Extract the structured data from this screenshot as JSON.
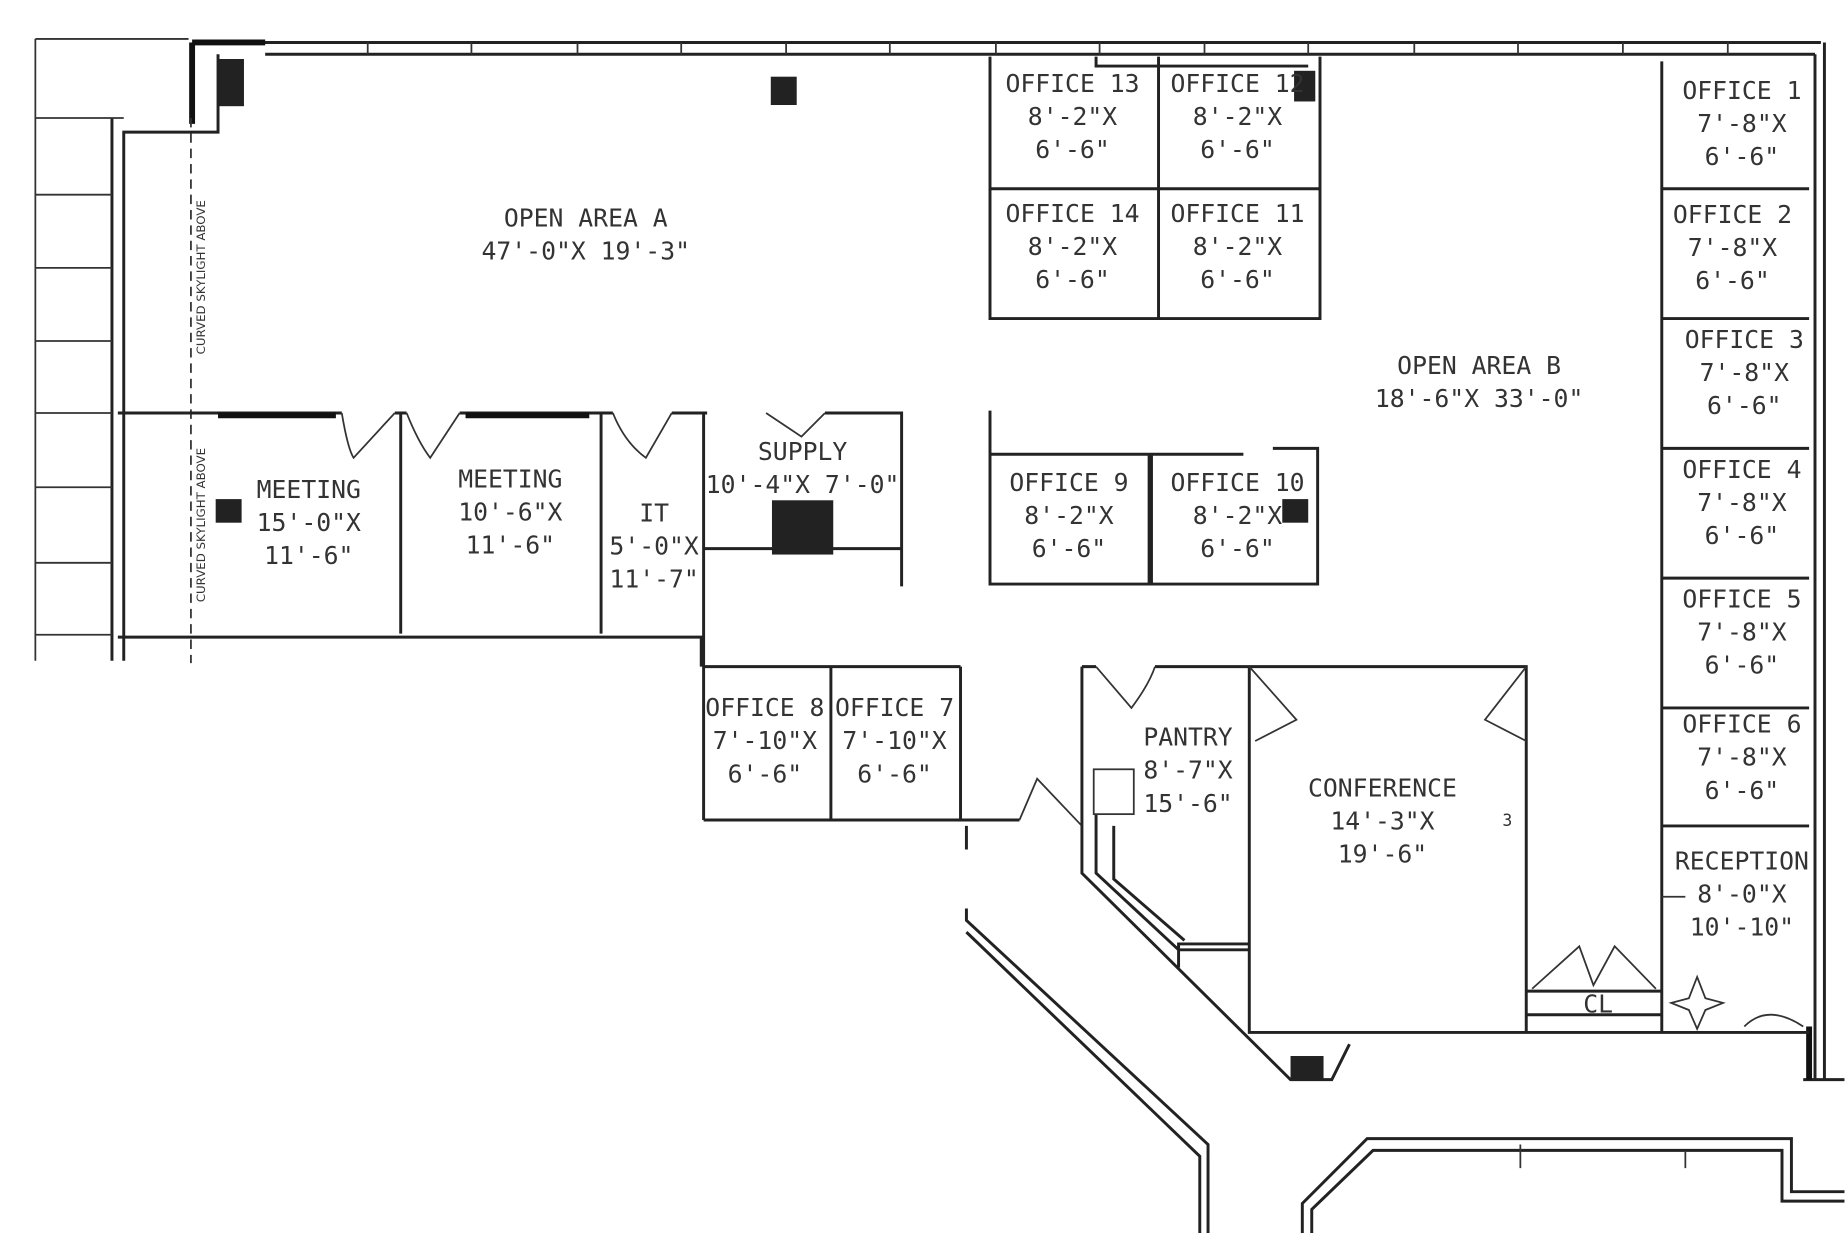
{
  "rooms": {
    "open_area_a": {
      "name": "OPEN AREA A",
      "dims": "47'-0\"X 19'-3\""
    },
    "open_area_b": {
      "name": "OPEN AREA B",
      "dims": "18'-6\"X 33'-0\""
    },
    "office_13": {
      "name": "OFFICE 13",
      "w": "8'-2\"X",
      "h": "6'-6\""
    },
    "office_12": {
      "name": "OFFICE 12",
      "w": "8'-2\"X",
      "h": "6'-6\""
    },
    "office_14": {
      "name": "OFFICE 14",
      "w": "8'-2\"X",
      "h": "6'-6\""
    },
    "office_11": {
      "name": "OFFICE 11",
      "w": "8'-2\"X",
      "h": "6'-6\""
    },
    "office_9": {
      "name": "OFFICE 9",
      "w": "8'-2\"X",
      "h": "6'-6\""
    },
    "office_10": {
      "name": "OFFICE 10",
      "w": "8'-2\"X",
      "h": "6'-6\""
    },
    "office_1": {
      "name": "OFFICE 1",
      "w": "7'-8\"X",
      "h": "6'-6\""
    },
    "office_2": {
      "name": "OFFICE 2",
      "w": "7'-8\"X",
      "h": "6'-6\""
    },
    "office_3": {
      "name": "OFFICE 3",
      "w": "7'-8\"X",
      "h": "6'-6\""
    },
    "office_4": {
      "name": "OFFICE 4",
      "w": "7'-8\"X",
      "h": "6'-6\""
    },
    "office_5": {
      "name": "OFFICE 5",
      "w": "7'-8\"X",
      "h": "6'-6\""
    },
    "office_6": {
      "name": "OFFICE 6",
      "w": "7'-8\"X",
      "h": "6'-6\""
    },
    "reception": {
      "name": "RECEPTION",
      "w": "8'-0\"X",
      "h": "10'-10\""
    },
    "meeting_1": {
      "name": "MEETING",
      "w": "15'-0\"X",
      "h": "11'-6\""
    },
    "meeting_2": {
      "name": "MEETING",
      "w": "10'-6\"X",
      "h": "11'-6\""
    },
    "it": {
      "name": "IT",
      "w": "5'-0\"X",
      "h": "11'-7\""
    },
    "supply": {
      "name": "SUPPLY",
      "dims": "10'-4\"X 7'-0\""
    },
    "office_8": {
      "name": "OFFICE 8",
      "w": "7'-10\"X",
      "h": "6'-6\""
    },
    "office_7": {
      "name": "OFFICE 7",
      "w": "7'-10\"X",
      "h": "6'-6\""
    },
    "pantry": {
      "name": "PANTRY",
      "w": "8'-7\"X",
      "h": "15'-6\""
    },
    "conference": {
      "name": "CONFERENCE",
      "w": "14'-3\"X",
      "h": "19'-6\""
    },
    "closet": {
      "name": "CL"
    }
  },
  "notes": {
    "skylight_1": "CURVED SKYLIGHT ABOVE",
    "skylight_2": "CURVED SKYLIGHT ABOVE",
    "conference_marker": "3"
  }
}
